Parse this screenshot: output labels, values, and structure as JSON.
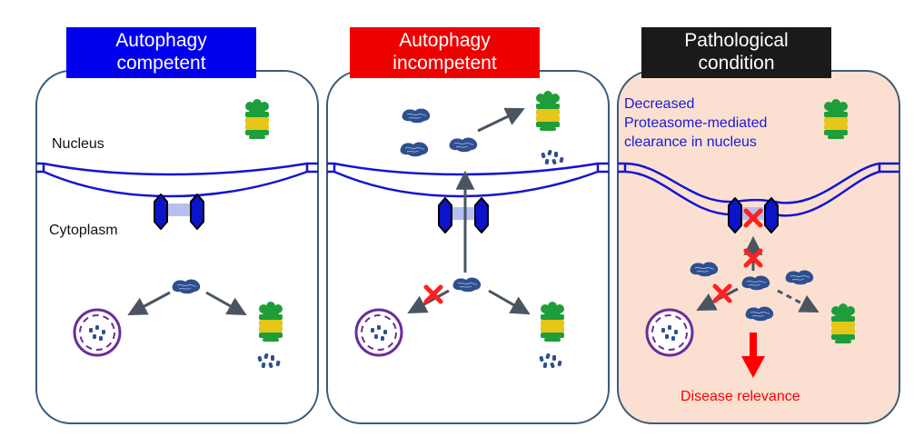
{
  "colors": {
    "competent_header": "#0000ee",
    "incompetent_header": "#ee0000",
    "pathological_header": "#1a1a1a",
    "cell_border": "#3b5b7a",
    "nuclear_envelope": "#1414d2",
    "pathology_fill": "#fbe0d2",
    "aggregate": "#2e4f8f",
    "lysosome": "#6a2d9a",
    "proteasome_green": "#1e9e3a",
    "proteasome_yellow": "#e5c619",
    "block_x": "#ff2020",
    "disease_text": "#ff0000",
    "decrease_text": "#1a1ad6"
  },
  "panels": [
    {
      "header": [
        "Autophagy",
        "competent"
      ],
      "labels": {
        "nucleus": "Nucleus",
        "cytoplasm": "Cytoplasm"
      }
    },
    {
      "header": [
        "Autophagy",
        "incompetent"
      ]
    },
    {
      "header": [
        "Pathological",
        "condition"
      ],
      "note": [
        "Decreased",
        "Proteasome-mediated",
        "clearance in nucleus"
      ],
      "outcome": "Disease relevance"
    }
  ],
  "icons": [
    "protein-aggregate-icon",
    "proteasome-icon",
    "lysosome-icon",
    "nuclear-pore-icon",
    "block-x-icon",
    "arrow-icon"
  ]
}
